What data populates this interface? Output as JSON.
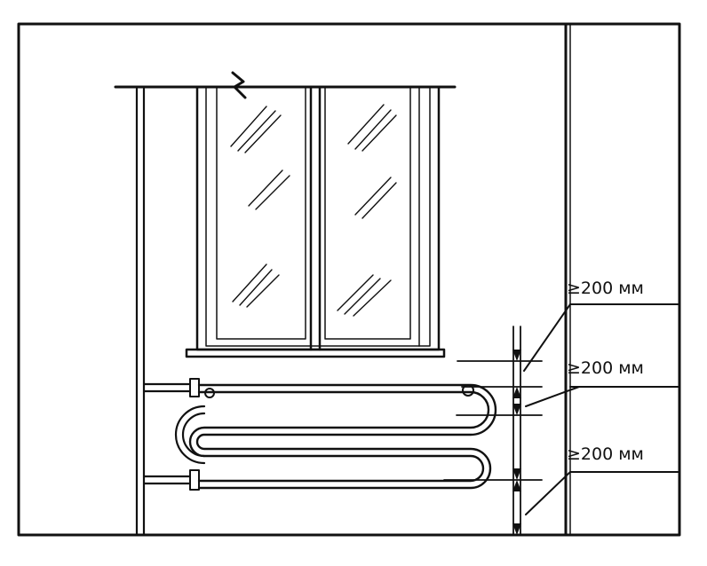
{
  "diagram": {
    "colors": {
      "ink": "#111111",
      "paper": "#ffffff"
    },
    "labels": [
      {
        "text": "≥200 мм"
      },
      {
        "text": "≥200 мм"
      },
      {
        "text": "≥200 мм"
      }
    ]
  }
}
